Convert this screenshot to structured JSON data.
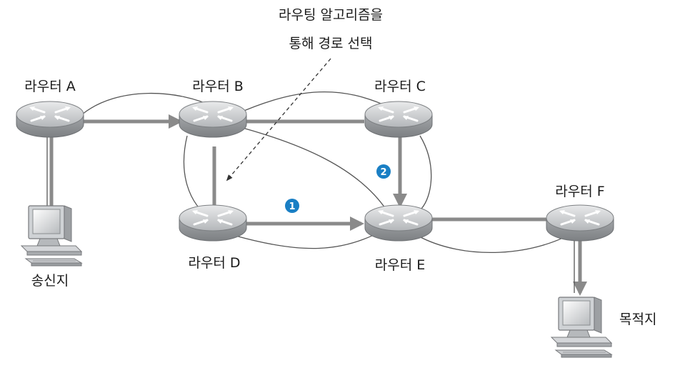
{
  "annotation": {
    "line1": "라우팅 알고리즘을",
    "line2": "통해 경로 선택"
  },
  "routers": {
    "a": {
      "label": "라우터 A"
    },
    "b": {
      "label": "라우터 B"
    },
    "c": {
      "label": "라우터 C"
    },
    "d": {
      "label": "라우터 D"
    },
    "e": {
      "label": "라우터 E"
    },
    "f": {
      "label": "라우터 F"
    }
  },
  "hosts": {
    "sender": {
      "label": "송신지"
    },
    "destination": {
      "label": "목적지"
    }
  },
  "steps": [
    {
      "number": "1"
    },
    {
      "number": "2"
    }
  ],
  "colors": {
    "route_arrow": "#8a8a8a",
    "link_line": "#555555",
    "step_badge": "#1a7fc4",
    "router_body": "#b9bcbf"
  }
}
